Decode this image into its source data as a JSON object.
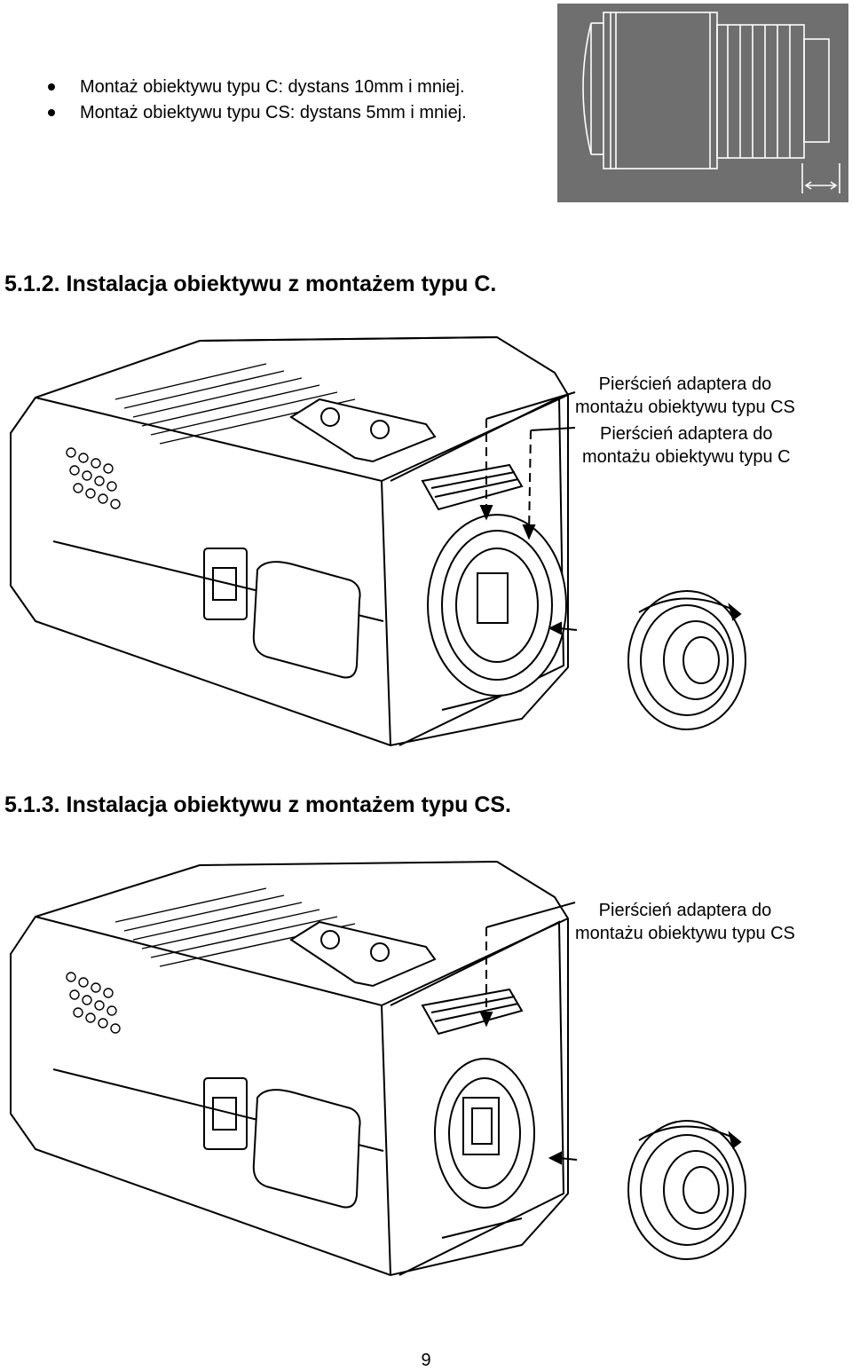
{
  "bullets": [
    "Montaż obiektywu typu C: dystans 10mm i mniej.",
    "Montaż obiektywu typu CS: dystans 5mm i mniej."
  ],
  "sections": [
    {
      "heading": "5.1.2. Instalacja obiektywu z montażem typu C.",
      "callouts": [
        {
          "line1": "Pierścień adaptera do",
          "line2": "montażu obiektywu typu CS"
        },
        {
          "line1": "Pierścień adaptera do",
          "line2": "montażu obiektywu typu C"
        }
      ]
    },
    {
      "heading": "5.1.3. Instalacja obiektywu z montażem typu CS.",
      "callouts": [
        {
          "line1": "Pierścień adaptera do",
          "line2": "montażu obiektywu typu CS"
        }
      ]
    }
  ],
  "page_number": "9",
  "colors": {
    "lens_panel": "#6f6f6f",
    "line_art": "#000000"
  }
}
